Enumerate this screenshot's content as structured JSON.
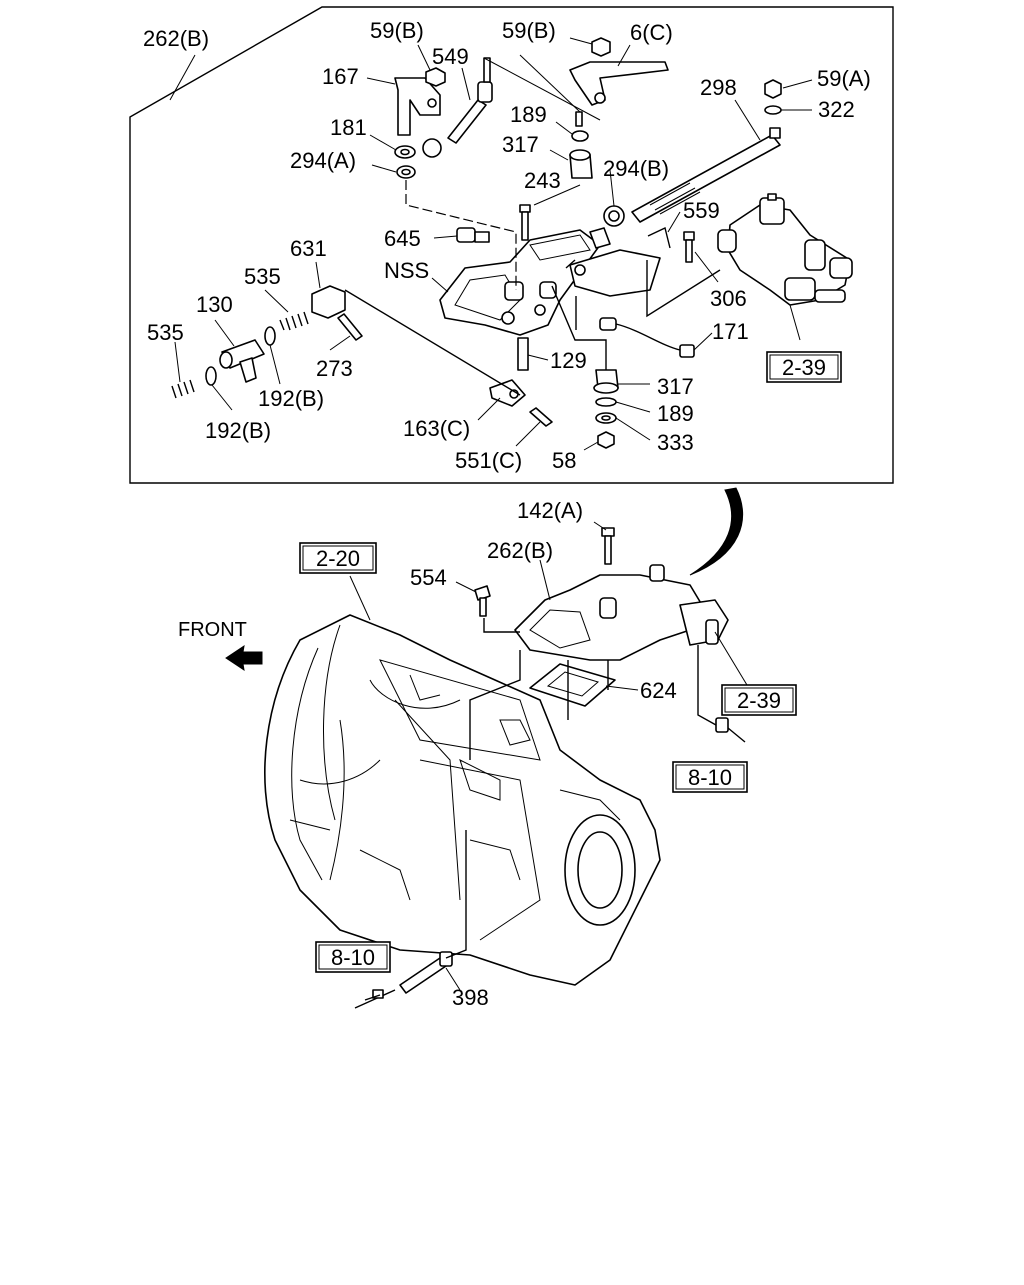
{
  "labels": {
    "l262b_top": "262(B)",
    "l59b_1": "59(B)",
    "l549": "549",
    "l59b_2": "59(B)",
    "l6c": "6(C)",
    "l167": "167",
    "l59a": "59(A)",
    "l298": "298",
    "l322": "322",
    "l181": "181",
    "l189_top": "189",
    "l294a": "294(A)",
    "l317_top": "317",
    "l294b": "294(B)",
    "l243": "243",
    "l559": "559",
    "l645": "645",
    "l631": "631",
    "lnss": "NSS",
    "l535_top": "535",
    "l306": "306",
    "l130": "130",
    "l535_left": "535",
    "l273": "273",
    "l171": "171",
    "l129": "129",
    "l192b_1": "192(B)",
    "l192b_2": "192(B)",
    "l317_bot": "317",
    "l189_bot": "189",
    "l163c": "163(C)",
    "l333": "333",
    "l551c": "551(C)",
    "l58": "58",
    "l142a": "142(A)",
    "l262b_bot": "262(B)",
    "l554": "554",
    "l624": "624",
    "lfront": "FRONT",
    "l398": "398"
  },
  "refs": {
    "r239_top": "2-39",
    "r220": "2-20",
    "r239_bot": "2-39",
    "r810_right": "8-10",
    "r810_left": "8-10"
  },
  "colors": {
    "ink": "#000000",
    "paper": "#ffffff"
  }
}
